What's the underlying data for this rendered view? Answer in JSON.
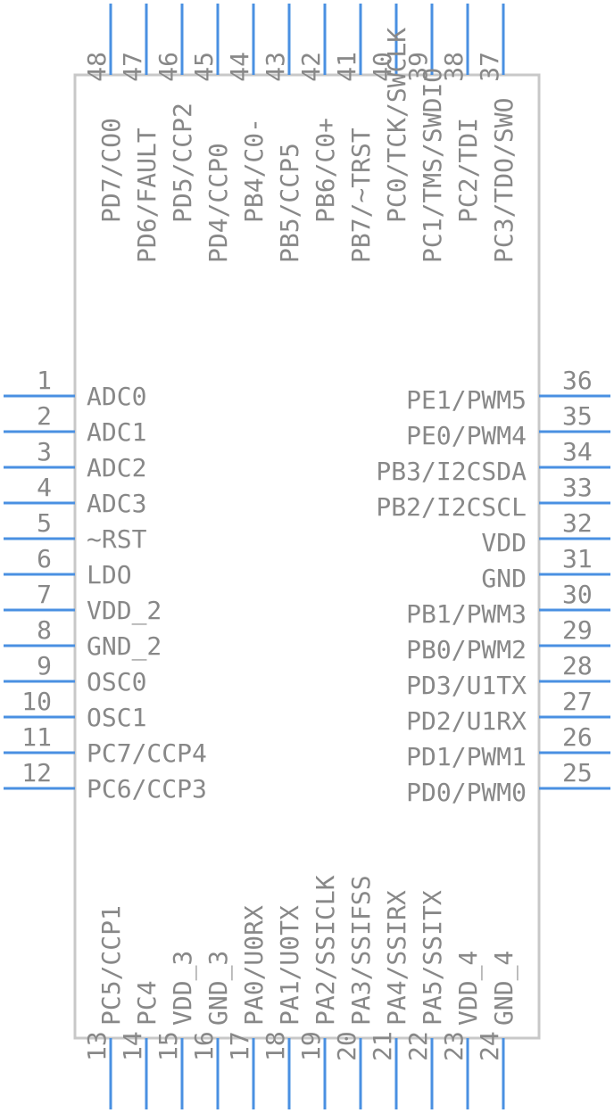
{
  "left_pins": [
    {
      "num": "1",
      "name": "ADC0"
    },
    {
      "num": "2",
      "name": "ADC1"
    },
    {
      "num": "3",
      "name": "ADC2"
    },
    {
      "num": "4",
      "name": "ADC3"
    },
    {
      "num": "5",
      "name": "~RST"
    },
    {
      "num": "6",
      "name": "LDO"
    },
    {
      "num": "7",
      "name": "VDD_2"
    },
    {
      "num": "8",
      "name": "GND_2"
    },
    {
      "num": "9",
      "name": "OSC0"
    },
    {
      "num": "10",
      "name": "OSC1"
    },
    {
      "num": "11",
      "name": "PC7/CCP4"
    },
    {
      "num": "12",
      "name": "PC6/CCP3"
    }
  ],
  "bottom_pins": [
    {
      "num": "13",
      "name": "PC5/CCP1"
    },
    {
      "num": "14",
      "name": "PC4"
    },
    {
      "num": "15",
      "name": "VDD_3"
    },
    {
      "num": "16",
      "name": "GND_3"
    },
    {
      "num": "17",
      "name": "PA0/U0RX"
    },
    {
      "num": "18",
      "name": "PA1/U0TX"
    },
    {
      "num": "19",
      "name": "PA2/SSICLK"
    },
    {
      "num": "20",
      "name": "PA3/SSIFSS"
    },
    {
      "num": "21",
      "name": "PA4/SSIRX"
    },
    {
      "num": "22",
      "name": "PA5/SSITX"
    },
    {
      "num": "23",
      "name": "VDD_4"
    },
    {
      "num": "24",
      "name": "GND_4"
    }
  ],
  "right_pins": [
    {
      "num": "36",
      "name": "PE1/PWM5"
    },
    {
      "num": "35",
      "name": "PE0/PWM4"
    },
    {
      "num": "34",
      "name": "PB3/I2CSDA"
    },
    {
      "num": "33",
      "name": "PB2/I2CSCL"
    },
    {
      "num": "32",
      "name": "VDD"
    },
    {
      "num": "31",
      "name": "GND"
    },
    {
      "num": "30",
      "name": "PB1/PWM3"
    },
    {
      "num": "29",
      "name": "PB0/PWM2"
    },
    {
      "num": "28",
      "name": "PD3/U1TX"
    },
    {
      "num": "27",
      "name": "PD2/U1RX"
    },
    {
      "num": "26",
      "name": "PD1/PWM1"
    },
    {
      "num": "25",
      "name": "PD0/PWM0"
    }
  ],
  "top_pins": [
    {
      "num": "48",
      "name": "PD7/CO0"
    },
    {
      "num": "47",
      "name": "PD6/FAULT"
    },
    {
      "num": "46",
      "name": "PD5/CCP2"
    },
    {
      "num": "45",
      "name": "PD4/CCP0"
    },
    {
      "num": "44",
      "name": "PB4/C0-"
    },
    {
      "num": "43",
      "name": "PB5/CCP5"
    },
    {
      "num": "42",
      "name": "PB6/C0+"
    },
    {
      "num": "41",
      "name": "PB7/~TRST"
    },
    {
      "num": "40",
      "name": "PC0/TCK/SWCLK"
    },
    {
      "num": "39",
      "name": "PC1/TMS/SWDIO"
    },
    {
      "num": "38",
      "name": "PC2/TDI"
    },
    {
      "num": "37",
      "name": "PC3/TDO/SWO"
    }
  ],
  "colors": {
    "pin_line": "#4a90e2",
    "outline": "#c8c8c8",
    "text": "#888888"
  }
}
